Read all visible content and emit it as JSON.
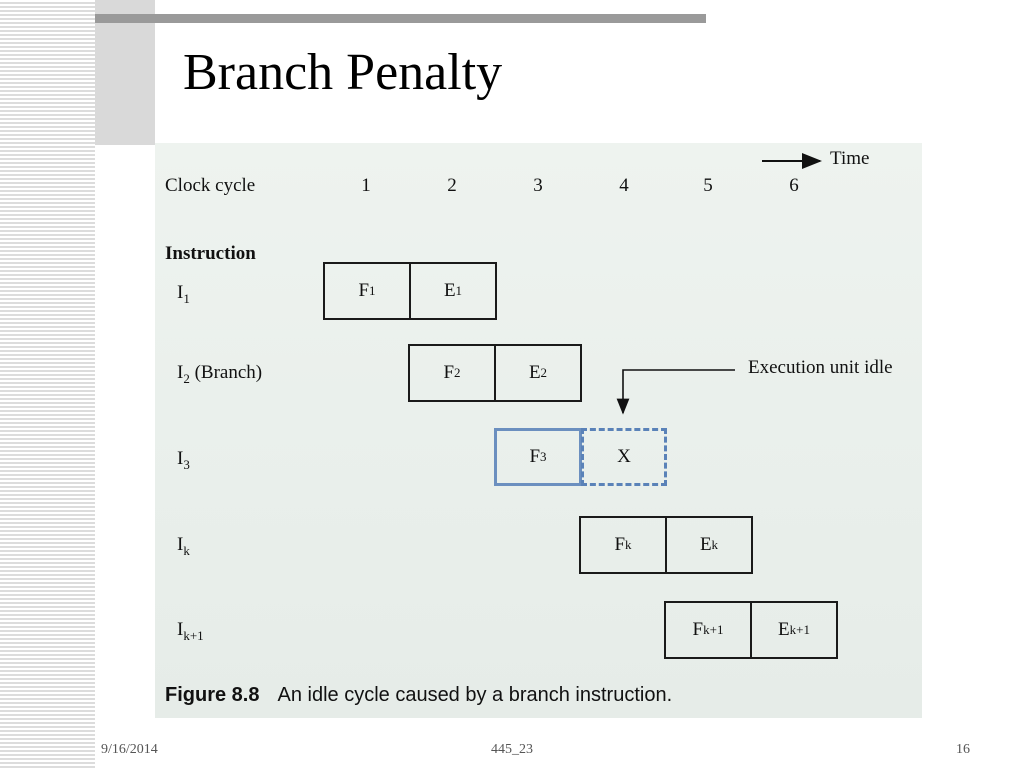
{
  "slide": {
    "title": "Branch Penalty",
    "footer": {
      "date": "9/16/2014",
      "course": "445_23",
      "page": "16"
    }
  },
  "figure": {
    "time_label": "Time",
    "clock_cycle_label": "Clock cycle",
    "cycles": [
      "1",
      "2",
      "3",
      "4",
      "5",
      "6"
    ],
    "instruction_header": "Instruction",
    "instructions": [
      {
        "name": "I",
        "sub": "1",
        "suffix": ""
      },
      {
        "name": "I",
        "sub": "2",
        "suffix": " (Branch)"
      },
      {
        "name": "I",
        "sub": "3",
        "suffix": ""
      },
      {
        "name": "I",
        "sub": "k",
        "suffix": ""
      },
      {
        "name": "I",
        "sub": "k+1",
        "suffix": ""
      }
    ],
    "stages": {
      "i1_fetch": {
        "name": "F",
        "sub": "1"
      },
      "i1_exec": {
        "name": "E",
        "sub": "1"
      },
      "i2_fetch": {
        "name": "F",
        "sub": "2"
      },
      "i2_exec": {
        "name": "E",
        "sub": "2"
      },
      "i3_fetch": {
        "name": "F",
        "sub": "3"
      },
      "i3_exec": {
        "name": "X",
        "sub": ""
      },
      "ik_fetch": {
        "name": "F",
        "sub": "k"
      },
      "ik_exec": {
        "name": "E",
        "sub": "k"
      },
      "ik1_fetch": {
        "name": "F",
        "sub": "k+1"
      },
      "ik1_exec": {
        "name": "E",
        "sub": "k+1"
      }
    },
    "idle_annotation": "Execution unit idle",
    "caption_number": "Figure 8.8",
    "caption_text": "An idle cycle caused by a branch instruction.",
    "colors": {
      "discarded_fetch_border": "#6b8fbf",
      "idle_box_border": "#5a82b8"
    }
  }
}
